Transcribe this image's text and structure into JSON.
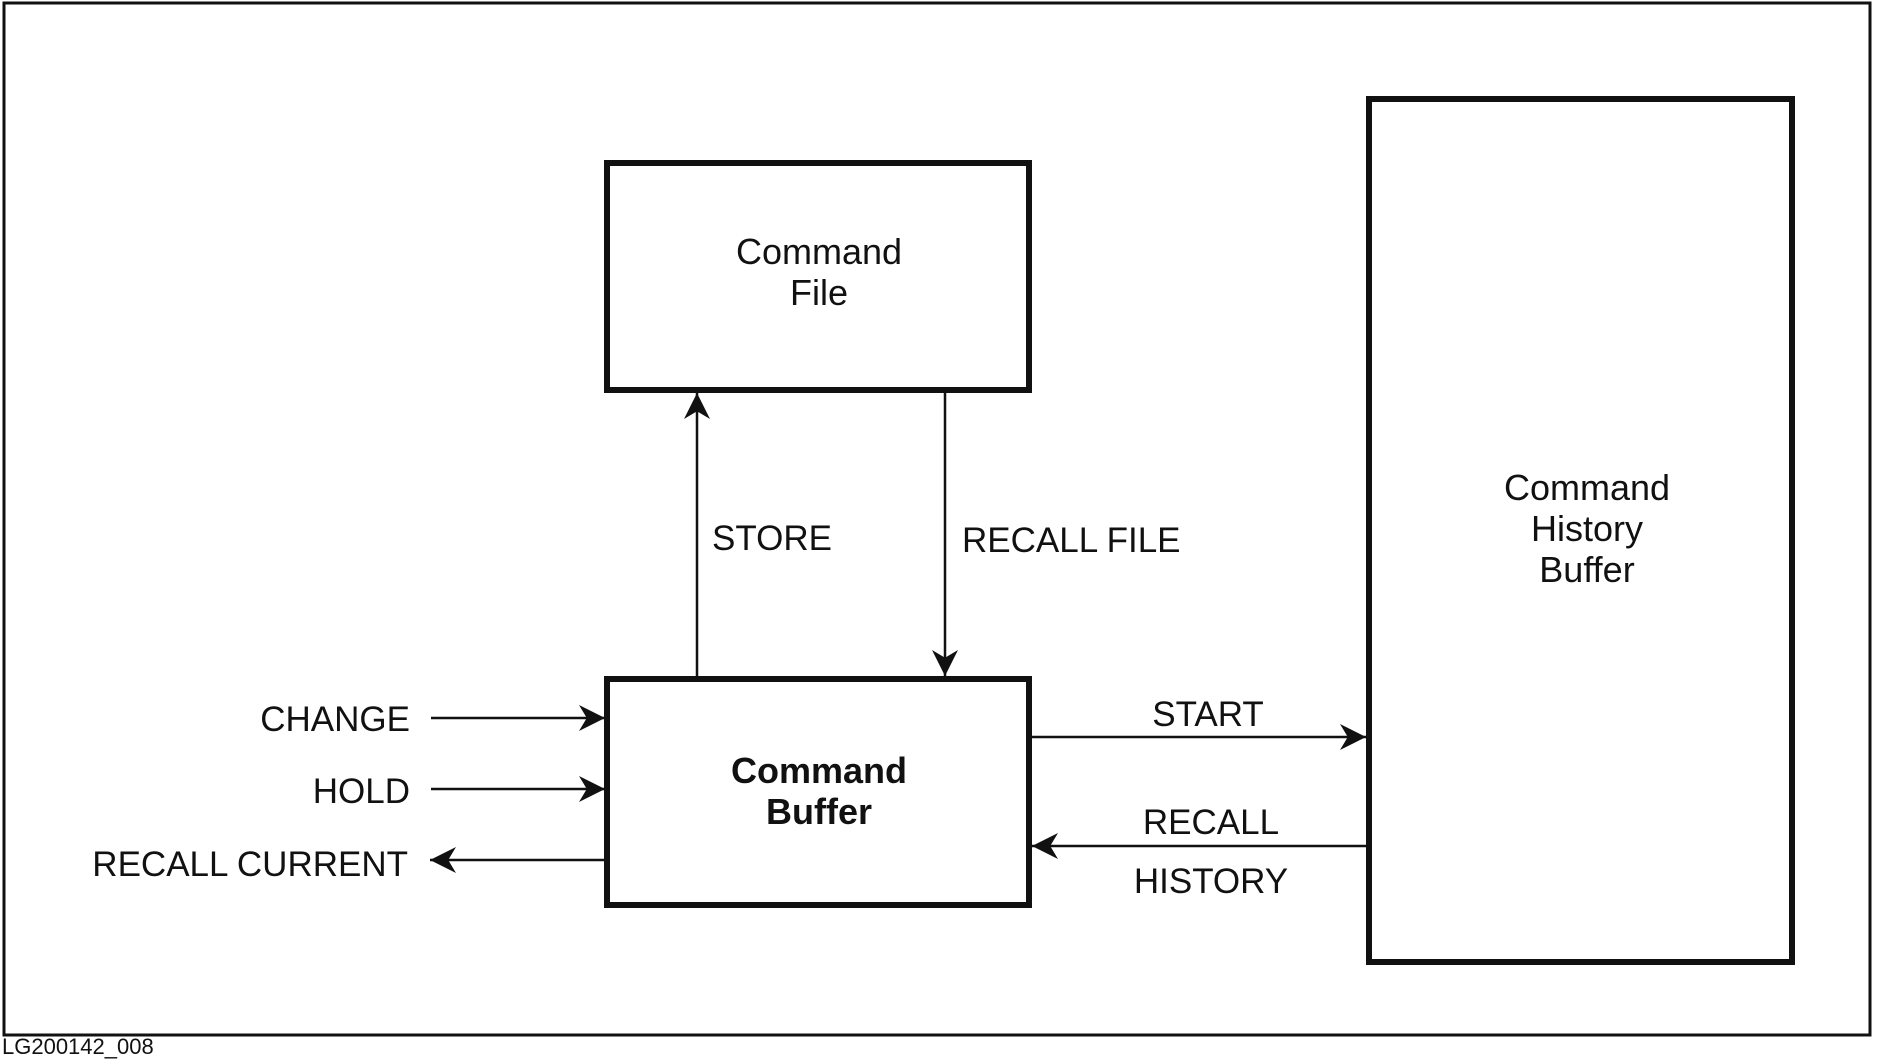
{
  "diagram": {
    "boxes": {
      "command_file": {
        "line1": "Command",
        "line2": "File"
      },
      "command_buffer": {
        "line1": "Command",
        "line2": "Buffer"
      },
      "history_buffer": {
        "line1": "Command",
        "line2": "History",
        "line3": "Buffer"
      }
    },
    "labels": {
      "store": "STORE",
      "recall_file": "RECALL FILE",
      "change": "CHANGE",
      "hold": "HOLD",
      "recall_current": "RECALL CURRENT",
      "start": "START",
      "recall": "RECALL",
      "history": "HISTORY"
    },
    "figure_id": "LG200142_008"
  }
}
